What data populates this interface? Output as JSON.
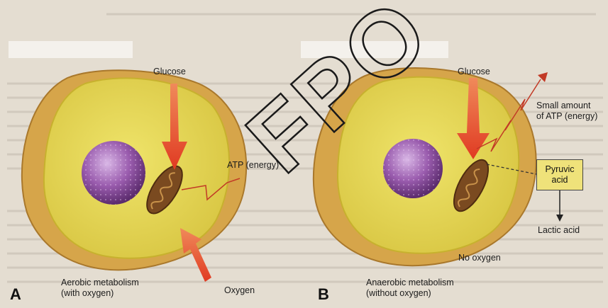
{
  "panel_a": {
    "letter": "A",
    "glucose": "Glucose",
    "atp": "ATP (energy)",
    "oxygen": "Oxygen",
    "caption_line1": "Aerobic metabolism",
    "caption_line2": "(with oxygen)"
  },
  "panel_b": {
    "letter": "B",
    "glucose": "Glucose",
    "small_atp_line1": "Small amount",
    "small_atp_line2": "of ATP (energy)",
    "pyruvic_line1": "Pyruvic",
    "pyruvic_line2": "acid",
    "lactic": "Lactic acid",
    "no_oxygen": "No oxygen",
    "caption_line1": "Anaerobic metabolism",
    "caption_line2": "(without oxygen)"
  },
  "watermark": "FPO",
  "colors": {
    "background": "#e4ddd1",
    "cell_outer": "#d6a54a",
    "cell_inner": "#e8dc52",
    "nucleus": "#8a4e9a",
    "mitochondrion": "#7a4a20",
    "arrow_red": "#e04a28",
    "pyruvic_box": "#efe27a"
  }
}
